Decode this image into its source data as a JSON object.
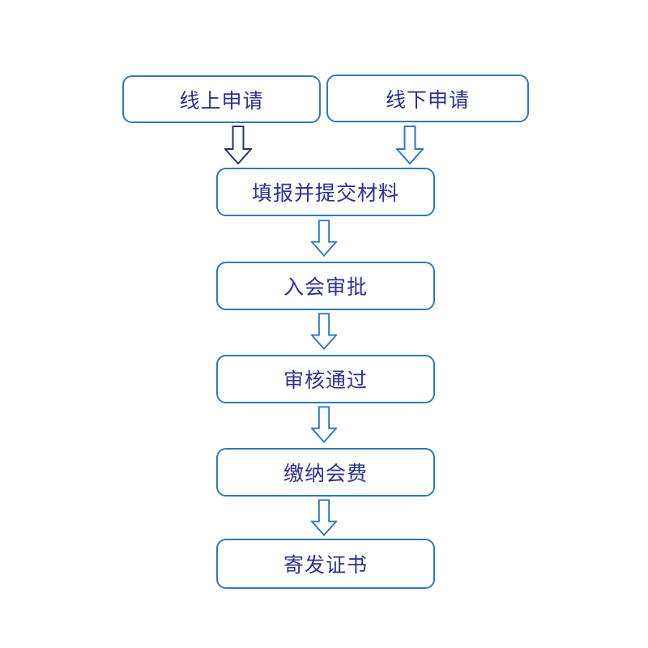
{
  "colors": {
    "box_border": "#2e79bf",
    "text": "#2e3192",
    "arrow_primary": "#2e79bf",
    "arrow_dark": "#1f3864",
    "background": "#ffffff"
  },
  "flowchart": {
    "type": "flowchart",
    "entry_nodes": [
      {
        "label": "线上申请"
      },
      {
        "label": "线下申请"
      }
    ],
    "sequence_nodes": [
      {
        "label": "填报并提交材料"
      },
      {
        "label": "入会审批"
      },
      {
        "label": "审核通过"
      },
      {
        "label": "缴纳会费"
      },
      {
        "label": "寄发证书"
      }
    ],
    "edges": [
      "线上申请 -> 填报并提交材料",
      "线下申请 -> 填报并提交材料",
      "填报并提交材料 -> 入会审批",
      "入会审批 -> 审核通过",
      "审核通过 -> 缴纳会费",
      "缴纳会费 -> 寄发证书"
    ]
  }
}
